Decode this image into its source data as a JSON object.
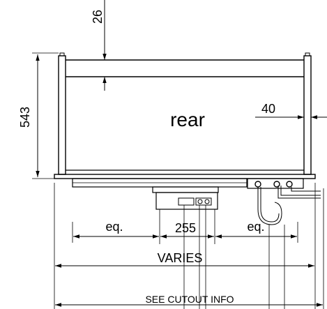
{
  "drawing": {
    "main_label": "rear",
    "dim_height": "543",
    "dim_top": "26",
    "dim_right": "40",
    "dim_eq_left": "eq.",
    "dim_center": "255",
    "dim_eq_right": "eq.",
    "dim_overall": "VARIES",
    "dim_cutout": "SEE CUTOUT INFO"
  },
  "colors": {
    "line": "#000000",
    "background": "#ffffff"
  }
}
